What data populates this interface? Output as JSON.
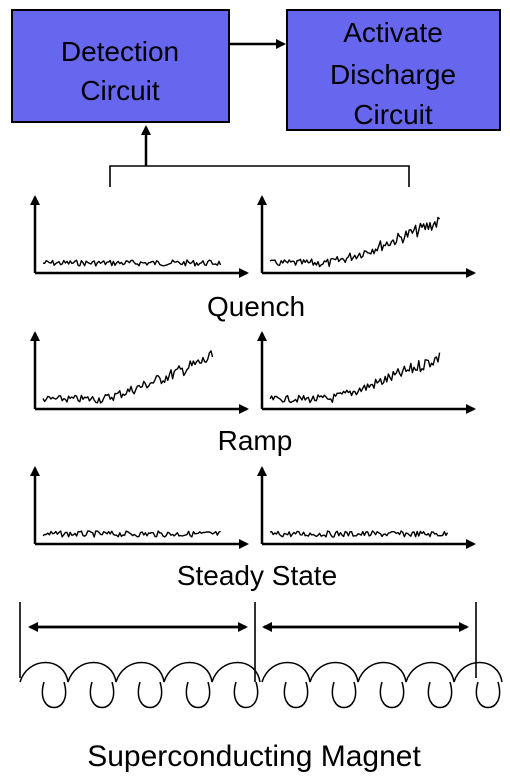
{
  "boxes": {
    "detection": {
      "line1": "Detection",
      "line2": "Circuit"
    },
    "discharge": {
      "line1": "Activate",
      "line2": "Discharge",
      "line3": "Circuit"
    }
  },
  "box_color": "#6666ee",
  "rows": [
    {
      "label": "Quench",
      "plots": [
        "flat",
        "rising"
      ]
    },
    {
      "label": "Ramp",
      "plots": [
        "rising",
        "rising"
      ]
    },
    {
      "label": "Steady State",
      "plots": [
        "flat",
        "flat"
      ]
    }
  ],
  "magnet": {
    "label": "Superconducting Magnet"
  }
}
